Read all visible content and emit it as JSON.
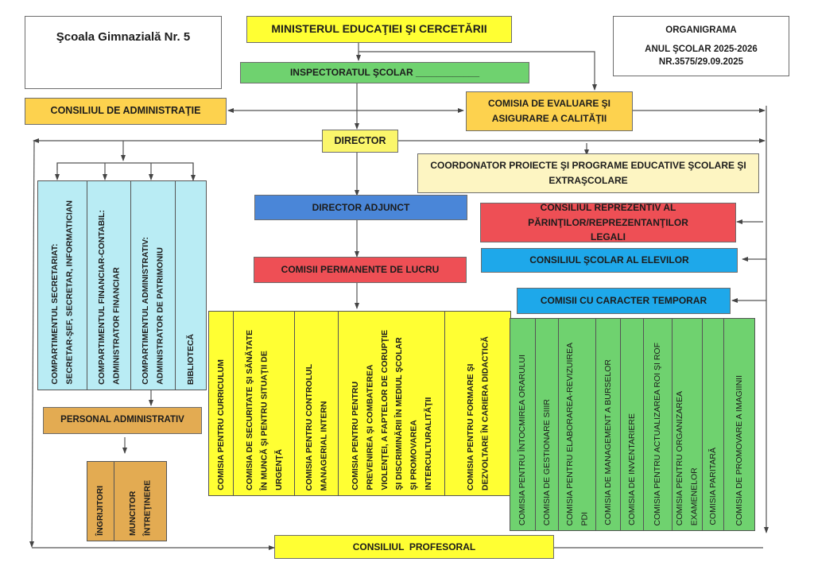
{
  "school_name": "Şcoala Gimnazială Nr. 5",
  "header": {
    "title": "ORGANIGRAMA",
    "school_year": "ANUL ŞCOLAR 2025-2026",
    "reference": "NR.3575/29.09.2025"
  },
  "nodes": {
    "ministry": "MINISTERUL EDUCAŢIEI ŞI CERCETĂRII",
    "inspectorate": "INSPECTORATUL ŞCOLAR ____________",
    "admin_council": "CONSILIUL DE ADMINISTRAŢIE",
    "quality_commission": "COMISIA DE EVALUARE ŞI ASIGURARE A CALITĂŢII",
    "director": "DIRECTOR",
    "project_coordinator": "COORDONATOR PROIECTE ŞI PROGRAME EDUCATIVE ŞCOLARE ŞI EXTRAŞCOLARE",
    "deputy_director": "DIRECTOR ADJUNCT",
    "parents_council": "CONSILIUL REPREZENTIV AL PĂRINŢILOR/REPREZENTANŢILOR LEGALI",
    "students_council": "CONSILIUL ŞCOLAR AL ELEVILOR",
    "permanent_commissions": "COMISII PERMANENTE DE LUCRU",
    "temporary_commissions": "COMISII CU CARACTER TEMPORAR",
    "admin_staff": "PERSONAL ADMINISTRATIV",
    "teachers_council": "CONSILIUL  PROFESORAL"
  },
  "departments": [
    "COMPARTIMENTUL SECRETARIAT:\nSECRETAR-ŞEF, SECRETAR, INFORMATICIAN",
    "COMPARTIMENTUL FINANCIAR-CONTABIL:\nADMINISTRATOR FINANCIAR",
    "COMPARTIMENTUL ADMINISTRATIV:\nADMINISTRATOR DE PATRIMONIU",
    "BIBLIOTECĂ"
  ],
  "admin_staff_roles": [
    "ÎNGRIJITORI",
    "MUNCITOR\nÎNTREŢINERE"
  ],
  "permanent_commission_list": [
    "COMISIA PENTRU CURRICULUM",
    "COMISIA DE SECURITATE ŞI SĂNĂTATE\nÎN MUNCĂ ŞI PENTRU SITUAŢII DE\nURGENŢĂ",
    "COMISIA PENTRU CONTROLUL\nMANAGERIAL INTERN",
    "COMISIA PENTRU PENTRU\nPREVENIREA ŞI COMBATEREA\nVIOLENŢEI, A FAPTELOR DE CORUPŢIE\nŞI DISCRIMINĂRII ÎN MEDIUL ŞCOLAR\nŞI PROMOVAREA\nINTERCULTURALITĂŢII",
    "COMISIA PENTRU FORMARE ŞI\nDEZVOLTARE ÎN CARIERA DIDACTICĂ"
  ],
  "temporary_commission_list": [
    "COMISIA PENTRU ÎNTOCMIREA  ORARULUI",
    "COMISIA DE GESTIONARE SIIIR",
    "COMISIA PENTRU ELABORAREA-REVIZUIREA\nPDI",
    "COMISIA DE MANAGEMENT  A BURSELOR",
    "COMISIA DE INVENTARIERE",
    "COMISIA PENTRU ACTUALIZAREA ROI ŞI ROF",
    "COMISIA PENTRU ORGANIZAREA\nEXAMENELOR",
    "COMISIA PARITARĂ",
    "COMISIA DE PROMOVARE A IMAGIINII"
  ]
}
